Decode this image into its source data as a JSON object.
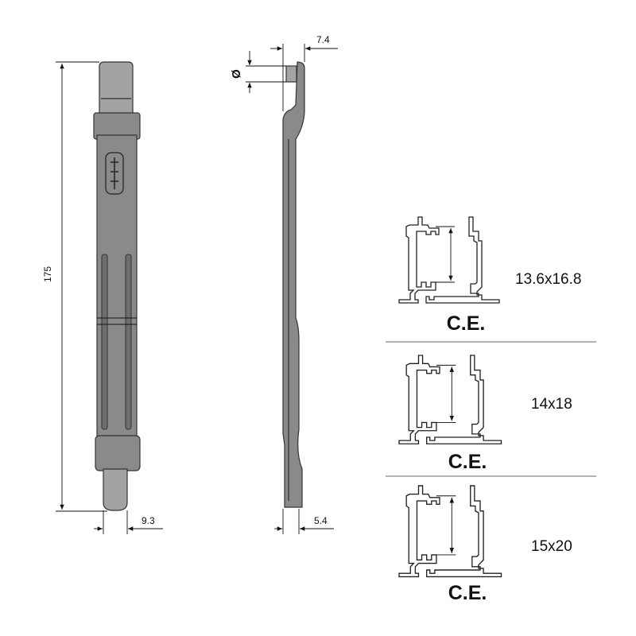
{
  "dimensions": {
    "length": "175",
    "front_width": "9.3",
    "side_top_offset": "7.4",
    "diameter_symbol": "Ø",
    "side_thickness": "5.4"
  },
  "profiles": [
    {
      "size": "13.6x16.8",
      "label": "C.E."
    },
    {
      "size": "14x18",
      "label": "C.E."
    },
    {
      "size": "15x20",
      "label": "C.E."
    }
  ],
  "colors": {
    "part": "#8a8a8a",
    "part_light": "#a3a3a3",
    "line": "#111111"
  }
}
